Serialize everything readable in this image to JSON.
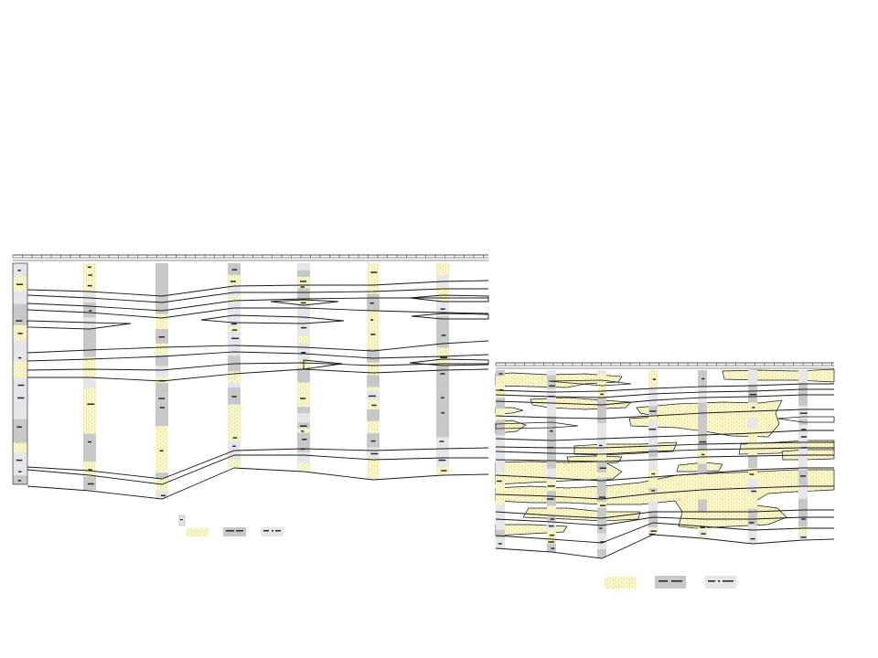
{
  "colors": {
    "sandstone": "#fbf6c8",
    "sandstone_dots": "#b8b070",
    "mudstone": "#c8c8c8",
    "siltstone": "#e6e6ea",
    "mark": "#2a2a2a",
    "line": "#1a1a1a",
    "background": "#ffffff"
  },
  "icons": {
    "left_panel": "well-correlation-section",
    "right_panel": "sand-body-correlation-section"
  },
  "left_panel": {
    "wells": 7,
    "legend_entries": [
      "sandstone",
      "mudstone",
      "siltstone"
    ]
  },
  "right_panel": {
    "wells": 7,
    "legend_entries": [
      "sandstone",
      "mudstone",
      "siltstone"
    ]
  }
}
